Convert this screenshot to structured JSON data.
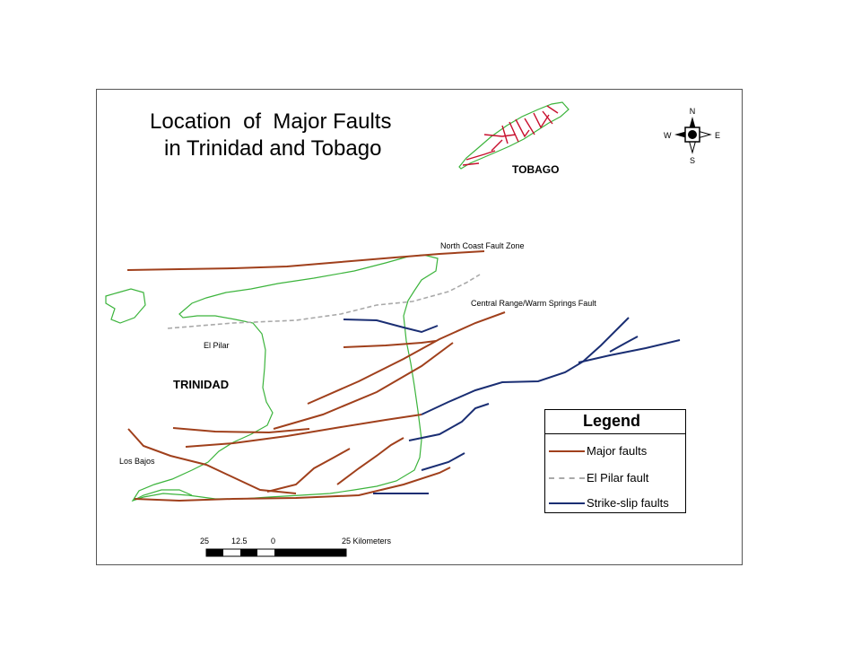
{
  "map": {
    "title_line1": "Location  of  Major Faults",
    "title_line2": "in Trinidad and Tobago",
    "labels": {
      "tobago": "TOBAGO",
      "trinidad": "TRINIDAD",
      "el_pilar": "El Pilar",
      "los_bajos": "Los Bajos",
      "north_coast": "North Coast Fault  Zone",
      "central_range": "Central Range/Warm Springs Fault"
    },
    "compass": {
      "n": "N",
      "s": "S",
      "e": "E",
      "w": "W"
    },
    "colors": {
      "major_fault": "#a0401c",
      "el_pilar_fault": "#a9a9a9",
      "strike_slip_fault": "#1a2e73",
      "coastline": "#3cb43c",
      "tobago_faults": "#c8102e"
    }
  },
  "legend": {
    "title": "Legend",
    "items": [
      {
        "label": "Major faults",
        "style": "major"
      },
      {
        "label": "El Pilar fault",
        "style": "pilar"
      },
      {
        "label": "Strike-slip faults",
        "style": "strike"
      }
    ]
  },
  "scale_bar": {
    "ticks": [
      "25",
      "12.5",
      "0",
      "25 Kilometers"
    ]
  }
}
